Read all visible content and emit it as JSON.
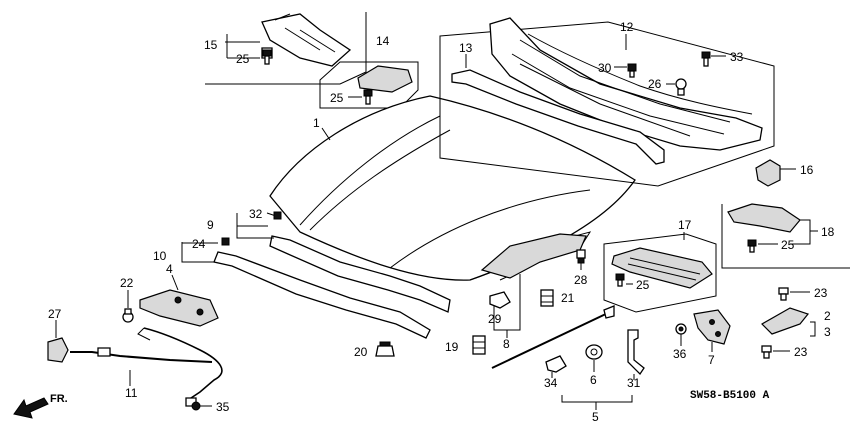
{
  "diagram": {
    "code": "SW58-B5100 A",
    "direction_label": "FR.",
    "part_labels": {
      "p1": "1",
      "p2": "2",
      "p3": "3",
      "p4": "4",
      "p5": "5",
      "p6": "6",
      "p7": "7",
      "p8": "8",
      "p9": "9",
      "p10": "10",
      "p11": "11",
      "p12": "12",
      "p13": "13",
      "p14": "14",
      "p15": "15",
      "p16": "16",
      "p17": "17",
      "p18": "18",
      "p19": "19",
      "p20": "20",
      "p21": "21",
      "p22": "22",
      "p23": "23",
      "p24": "24",
      "p25": "25",
      "p26": "26",
      "p27": "27",
      "p28": "28",
      "p29": "29",
      "p30": "30",
      "p31": "31",
      "p32": "32",
      "p33": "33",
      "p34": "34",
      "p35": "35",
      "p36": "36"
    }
  }
}
